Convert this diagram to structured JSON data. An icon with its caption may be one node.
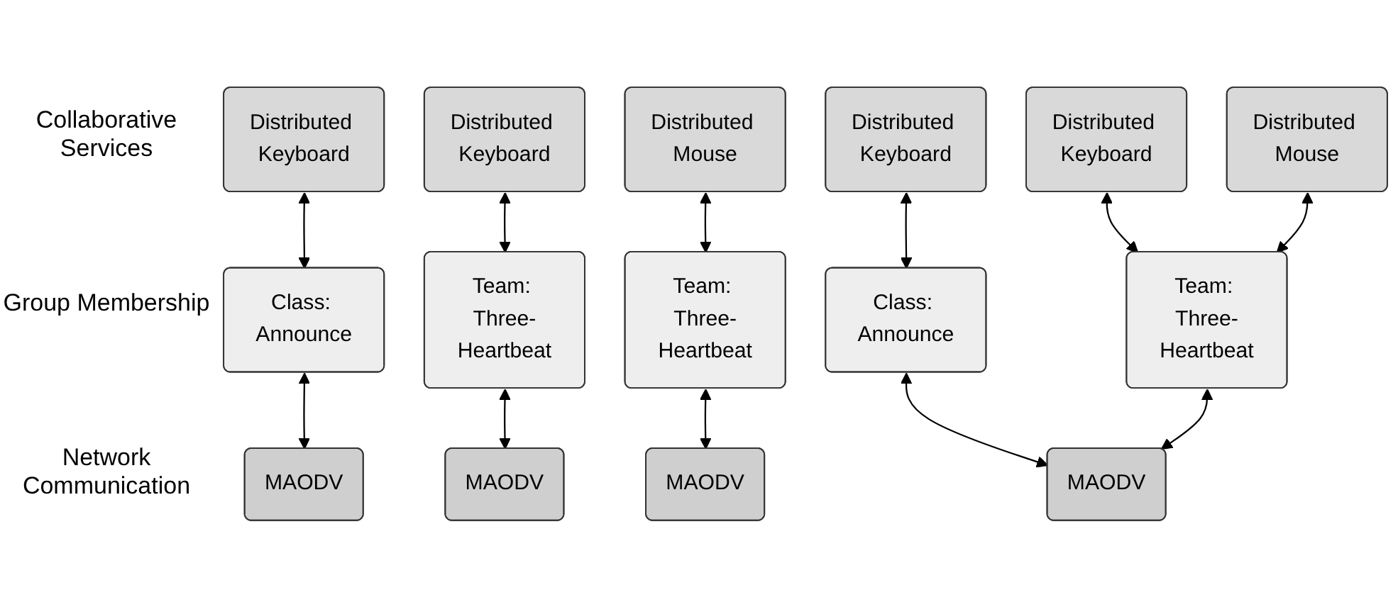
{
  "diagram": {
    "nodes": [
      {
        "text": [
          "Distributed Keyboard"
        ]
      },
      {
        "text": [
          "Distributed Keyboard"
        ]
      },
      {
        "text": [
          "Distributed Mouse"
        ]
      },
      {
        "text": [
          "Distributed Keyboard"
        ]
      },
      {
        "text": [
          "Distributed Keyboard"
        ]
      },
      {
        "text": [
          "Distributed Mouse"
        ]
      },
      {
        "text": [
          "Class: Announce"
        ]
      },
      {
        "text": [
          "Team: Three-Heartbeat"
        ]
      },
      {
        "text": [
          "Team: Three-Heartbeat"
        ]
      },
      {
        "text": [
          "Class: Announce"
        ]
      },
      {
        "text": [
          "Team: Three-Heartbeat"
        ]
      },
      {
        "text": [
          "MAODV"
        ]
      },
      {
        "text": [
          "MAODV"
        ]
      },
      {
        "text": [
          "MAODV"
        ]
      },
      {
        "text": [
          "MAODV"
        ]
      }
    ],
    "edges": [
      {
        "from": 0,
        "to": 6,
        "arrow": "both"
      },
      {
        "from": 1,
        "to": 7,
        "arrow": "both"
      },
      {
        "from": 2,
        "to": 8,
        "arrow": "both"
      },
      {
        "from": 6,
        "to": 11,
        "arrow": "both"
      },
      {
        "from": 7,
        "to": 12,
        "arrow": "both"
      },
      {
        "from": 8,
        "to": 13,
        "arrow": "both"
      },
      {
        "from": 3,
        "to": 9,
        "arrow": "both"
      },
      {
        "from": 4,
        "to": 10,
        "arrow": "both"
      },
      {
        "from": 5,
        "to": 10,
        "arrow": "both"
      },
      {
        "from": 9,
        "to": 14,
        "arrow": "both"
      },
      {
        "from": 10,
        "to": 14,
        "arrow": "both"
      }
    ],
    "labels": [
      "Collaborative Services",
      "Group Membership",
      "Network Communication"
    ]
  }
}
